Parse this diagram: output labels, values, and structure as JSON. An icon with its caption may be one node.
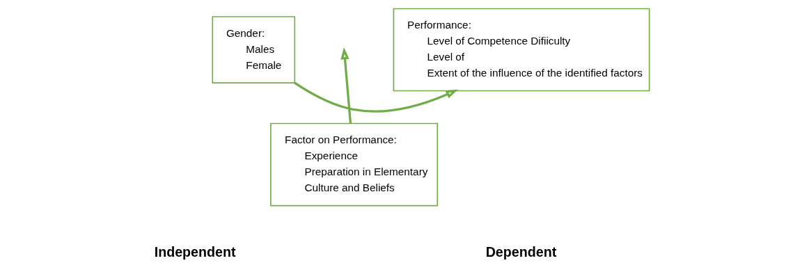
{
  "diagram": {
    "nodes": [
      {
        "text": [
          "Gender:",
          "Males",
          "Female"
        ]
      },
      {
        "text": [
          "Factor on Performance:",
          "Experience",
          "Preparation in Elementary",
          "Culture and Beliefs"
        ]
      },
      {
        "text": [
          "Performance:",
          "Level of Competence Difiiculty",
          "Level of",
          "Extent of the influence of the identified factors"
        ]
      }
    ],
    "edges": [
      {
        "from": 0,
        "to": 2,
        "arrow": "to"
      },
      {
        "from": 1,
        "to": null,
        "arrow": "to"
      }
    ],
    "labels": [
      "Independent",
      "Dependent"
    ]
  }
}
